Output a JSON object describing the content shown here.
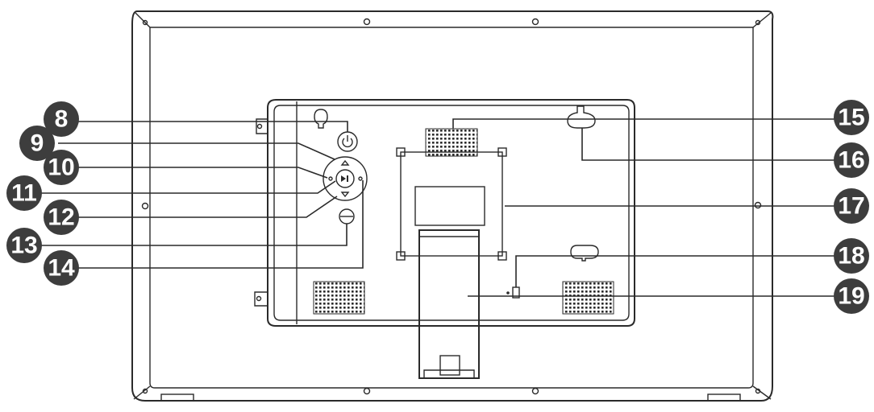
{
  "colors": {
    "badge": "#3d3d3d",
    "line": "#2a2a2a",
    "background": "#ffffff"
  },
  "callouts": [
    {
      "id": "callout-8",
      "label": "8",
      "side": "left",
      "part": "power-button"
    },
    {
      "id": "callout-9",
      "label": "9",
      "side": "left",
      "part": "up-button"
    },
    {
      "id": "callout-10",
      "label": "10",
      "side": "left",
      "part": "left-button"
    },
    {
      "id": "callout-11",
      "label": "11",
      "side": "left",
      "part": "center-button"
    },
    {
      "id": "callout-12",
      "label": "12",
      "side": "left",
      "part": "down-button"
    },
    {
      "id": "callout-13",
      "label": "13",
      "side": "left",
      "part": "dial-button"
    },
    {
      "id": "callout-14",
      "label": "14",
      "side": "left",
      "part": "right-button"
    },
    {
      "id": "callout-15",
      "label": "15",
      "side": "right",
      "part": "speaker-grille-top"
    },
    {
      "id": "callout-16",
      "label": "16",
      "side": "right",
      "part": "keyhole-mount-right"
    },
    {
      "id": "callout-17",
      "label": "17",
      "side": "right",
      "part": "vesa-mount"
    },
    {
      "id": "callout-18",
      "label": "18",
      "side": "right",
      "part": "keyhole-mount-bottom"
    },
    {
      "id": "callout-19",
      "label": "19",
      "side": "right",
      "part": "stand"
    }
  ],
  "icons": {
    "power": "power-icon",
    "arrows": "arrow-icon",
    "play": "play-pause-icon",
    "dial": "dial-icon",
    "lock": "lock-slot-icon"
  }
}
